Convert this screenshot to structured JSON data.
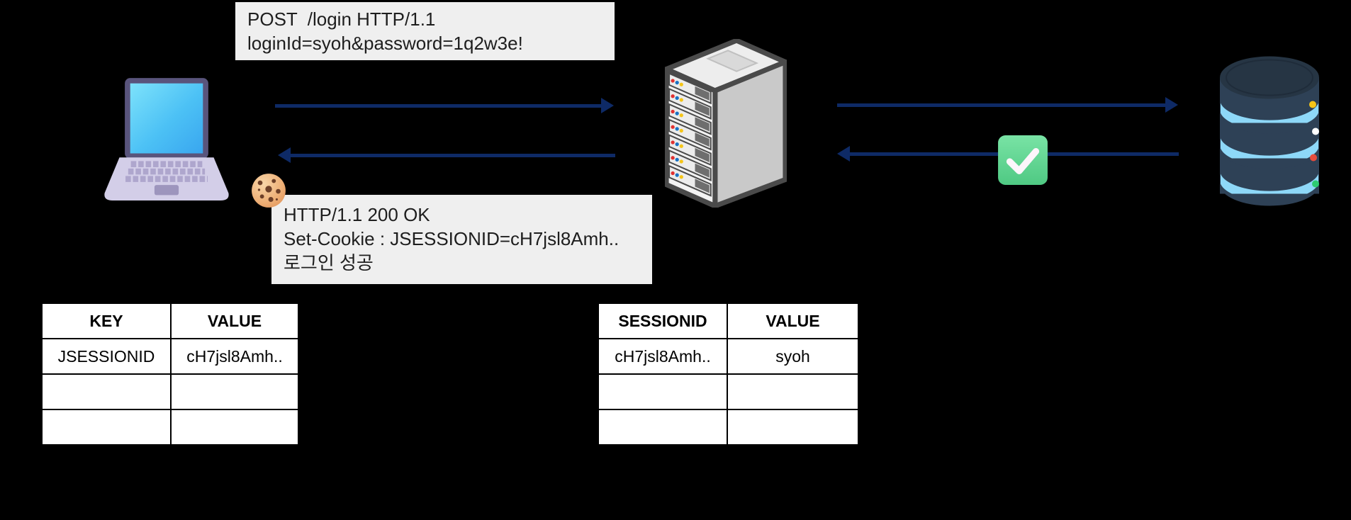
{
  "colors": {
    "background": "#000000",
    "arrow": "#0e2a66",
    "message_box_bg": "#efefef",
    "check_green": "#5ed695",
    "db_band_blue": "#8ed8f8"
  },
  "messages": {
    "request": {
      "lines": [
        "POST  /login HTTP/1.1",
        "loginId=syoh&password=1q2w3e!"
      ]
    },
    "response": {
      "lines": [
        "HTTP/1.1 200 OK",
        "Set-Cookie : JSESSIONID=cH7jsl8Amh..",
        "로그인 성공"
      ]
    }
  },
  "actors": {
    "client": "laptop-icon",
    "server": "server-icon",
    "database": "database-icon",
    "cookie_badge": "cookie-icon",
    "success_badge": "check-mark-icon"
  },
  "tables": {
    "client_cookies": {
      "headers": [
        "KEY",
        "VALUE"
      ],
      "rows": [
        [
          "JSESSIONID",
          "cH7jsl8Amh.."
        ],
        [
          "",
          ""
        ],
        [
          "",
          ""
        ]
      ]
    },
    "server_sessions": {
      "headers": [
        "SESSIONID",
        "VALUE"
      ],
      "rows": [
        [
          "cH7jsl8Amh..",
          "syoh"
        ],
        [
          "",
          ""
        ],
        [
          "",
          ""
        ]
      ]
    }
  }
}
